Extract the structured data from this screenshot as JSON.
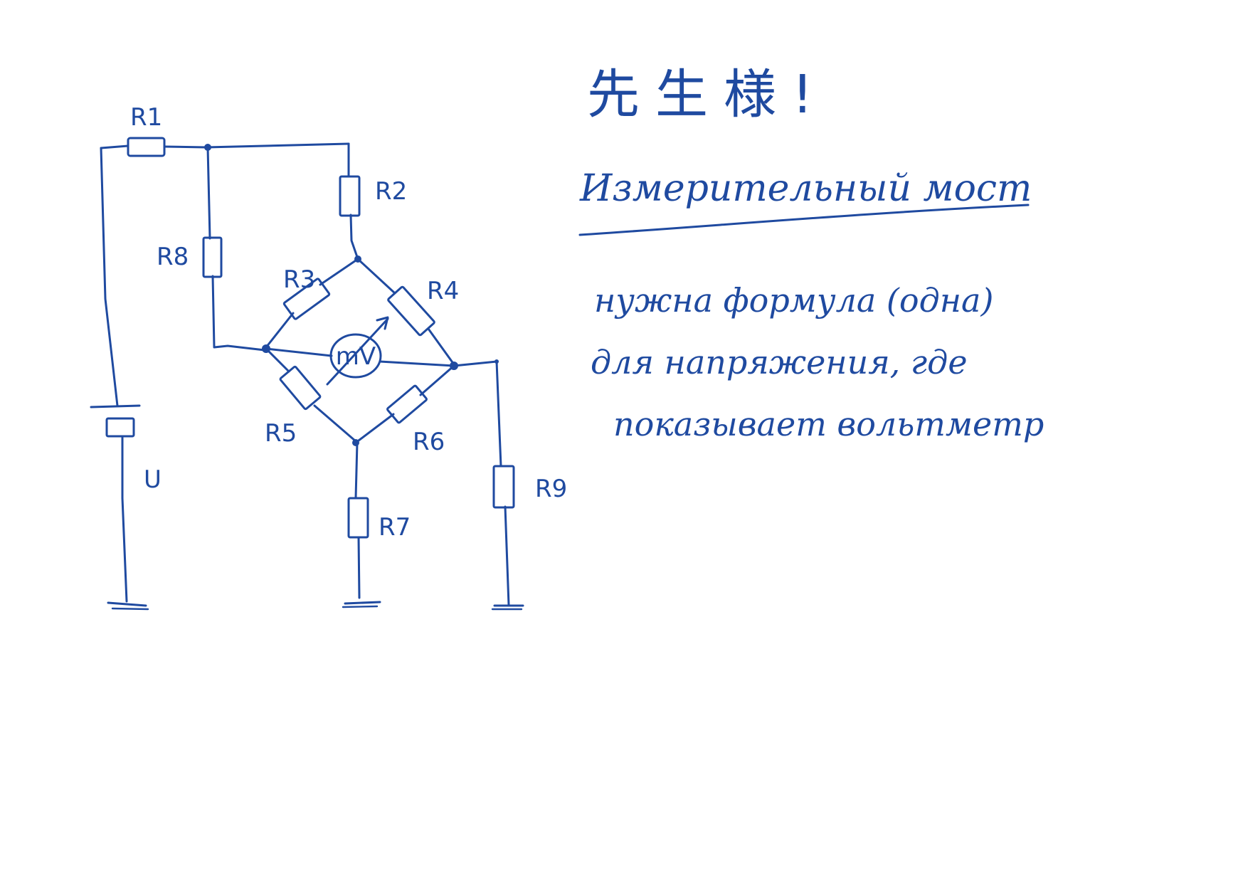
{
  "colors": {
    "ink": "#1f4aa0",
    "paper": "#ffffff"
  },
  "diagram": {
    "resistors": [
      "R1",
      "R2",
      "R3",
      "R4",
      "R5",
      "R6",
      "R7",
      "R8",
      "R9"
    ],
    "source_label": "U",
    "meter_label": "mV"
  },
  "notes": {
    "greeting": "先生様!",
    "title": "Измерительный мост",
    "line1": "нужна формула (одна)",
    "line2": "для напряжения, где",
    "line3": "показывает вольтметр"
  }
}
